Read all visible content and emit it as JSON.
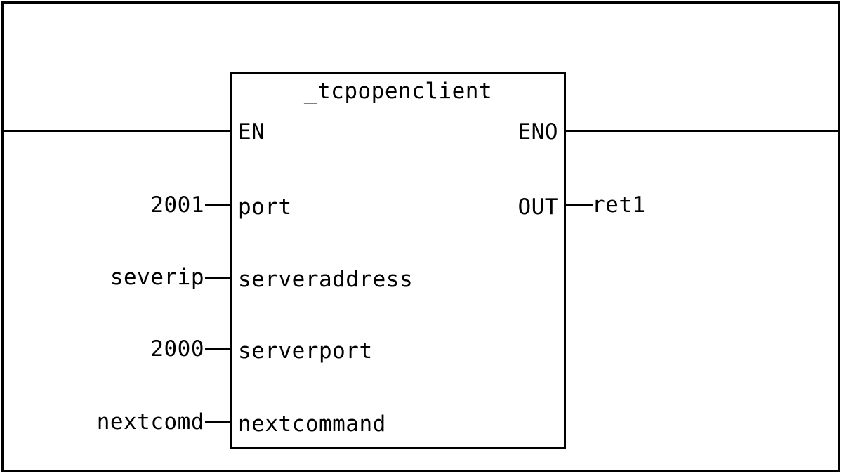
{
  "diagram": {
    "type": "function-block-diagram",
    "language": "FBD",
    "colors": {
      "line": "#000000",
      "background": "#ffffff",
      "text": "#000000"
    },
    "block": {
      "name": "_tcpopenclient",
      "enable_input": {
        "pin": "EN",
        "connected_to_rail": true
      },
      "enable_output": {
        "pin": "ENO",
        "connected_to_rail": true
      },
      "inputs": [
        {
          "pin": "port",
          "operand": "2001"
        },
        {
          "pin": "serveraddress",
          "operand": "severip"
        },
        {
          "pin": "serverport",
          "operand": "2000"
        },
        {
          "pin": "nextcommand",
          "operand": "nextcomd"
        }
      ],
      "outputs": [
        {
          "pin": "OUT",
          "operand": "ret1"
        }
      ]
    }
  }
}
